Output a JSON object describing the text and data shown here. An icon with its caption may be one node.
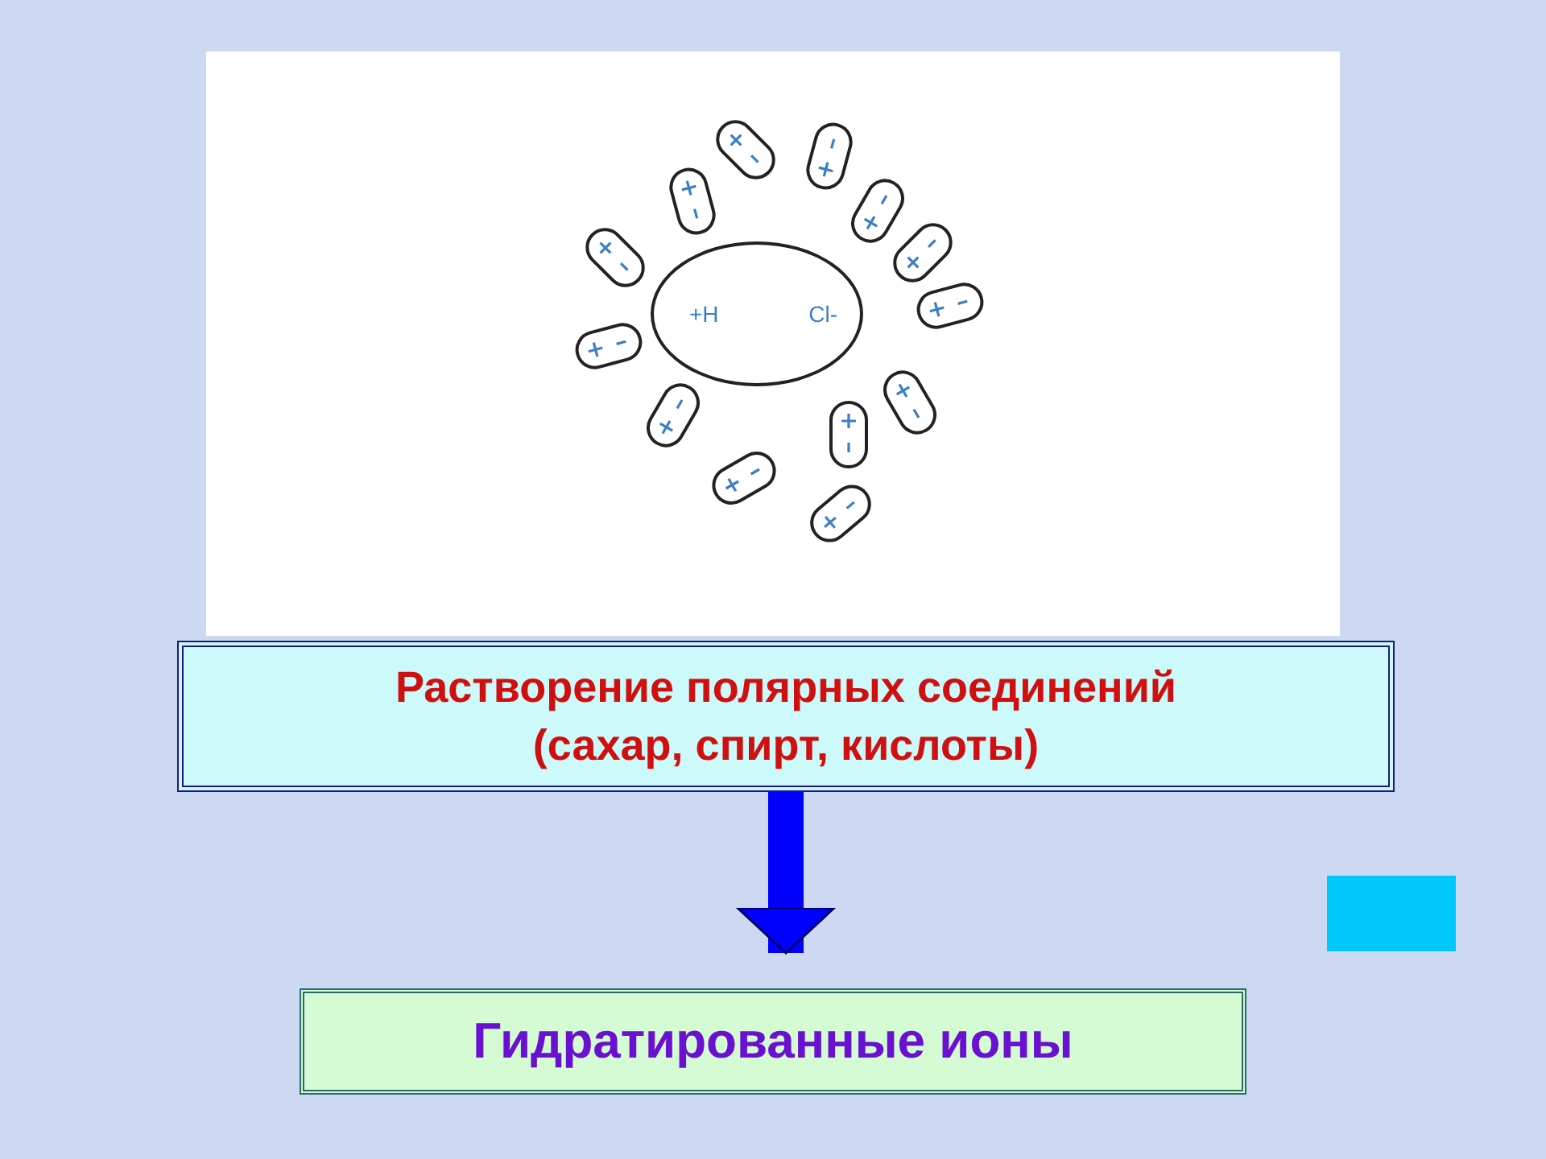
{
  "diagram": {
    "nodes": [
      {
        "text": [
          "+H",
          "Cl-"
        ]
      },
      {
        "text": [
          "Растворение полярных соединений (сахар, спирт, кислоты)"
        ]
      },
      {
        "text": [
          "Гидратированные ионы"
        ]
      },
      {
        "text": [],
        "shape": "box"
      }
    ],
    "edges": [
      {
        "from": 1,
        "to": 2,
        "arrow": "to"
      }
    ]
  }
}
